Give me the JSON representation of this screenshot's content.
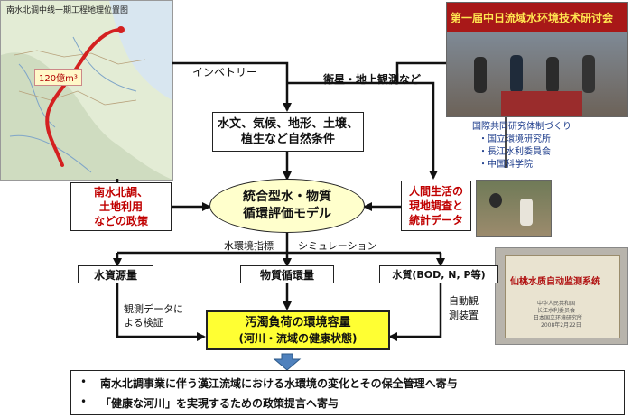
{
  "map": {
    "title": "南水北调中线一期工程地理位置图",
    "volume_label": "120億m³"
  },
  "photo_top": {
    "banner": "第一届中日流域水环境技术研讨会"
  },
  "labels": {
    "inventory": "インベトリー",
    "satellite": "衛星・地上観測など",
    "water_env_index": "水環境指標",
    "simulation": "シミュレーション"
  },
  "boxes": {
    "natural_conditions": [
      "水文、気候、地形、土壌、",
      "植生など自然条件"
    ],
    "policy": [
      "南水北調、",
      "土地利用",
      "などの政策"
    ],
    "model": [
      "統合型水・物質",
      "循環評価モデル"
    ],
    "field_survey": [
      "人間生活の",
      "現地調査と",
      "統計データ"
    ],
    "water_resources": "水資源量",
    "material_cycle": "物質循環量",
    "water_quality": "水質(BOD, N, P等)",
    "capacity": [
      "汚濁負荷の環境容量",
      "(河川・流域の健康状態)"
    ]
  },
  "collab": {
    "heading": "国際共同研究体制づくり",
    "items": [
      "・国立環境研究所",
      "・長江水利委員会",
      "・中国科学院"
    ]
  },
  "notes": {
    "observation": [
      "観測データに",
      "よる検証"
    ],
    "auto_obs": [
      "自動観",
      "測装置"
    ]
  },
  "plaque": {
    "title": "仙桃水质自动监测系统",
    "lines": [
      "中华人民共和国",
      "长江水利委员会",
      "日本国立环境研究所",
      "2008年2月22日"
    ]
  },
  "bullets": [
    "南水北調事業に伴う漢江流域における水環境の変化とその保全管理へ寄与",
    "「健康な河川」を実現するための政策提言へ寄与"
  ],
  "colors": {
    "policy_text": "#c00000",
    "model_fill": "#ffffcc",
    "capacity_fill": "#ffff33",
    "arrow_blue": "#4f81bd"
  }
}
